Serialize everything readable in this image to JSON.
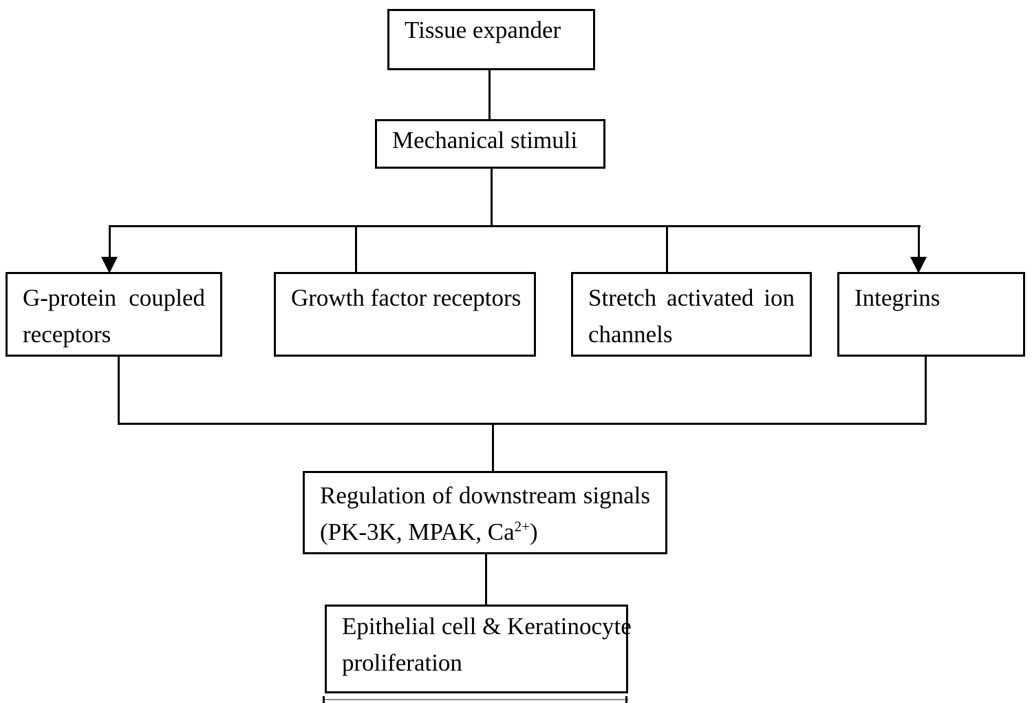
{
  "flowchart": {
    "colors": {
      "stroke": "#000000",
      "background": "#ffffff",
      "cutoff_line": "#8a8a8a"
    },
    "nodes": {
      "tissue_expander": {
        "text": "Tissue expander"
      },
      "mechanical_stimuli": {
        "text": "Mechanical stimuli"
      },
      "gpcr": {
        "line1_words": [
          "G-protein",
          "coupled"
        ],
        "line2": "receptors"
      },
      "growth_factor_receptors": {
        "text": "Growth factor receptors"
      },
      "stretch_ion_channels": {
        "line1_words": [
          "Stretch",
          "activated",
          "ion"
        ],
        "line2": "channels"
      },
      "integrins": {
        "text": "Integrins"
      },
      "downstream_signals": {
        "line1_words": [
          "Regulation",
          "of",
          "downstream",
          "signals"
        ],
        "line2_pre": "(PK-3K, MPAK, Ca",
        "line2_sup": "2+",
        "line2_post": ")"
      },
      "proliferation": {
        "line1": "Epithelial cell & Keratinocyte",
        "line2": "proliferation"
      }
    }
  }
}
